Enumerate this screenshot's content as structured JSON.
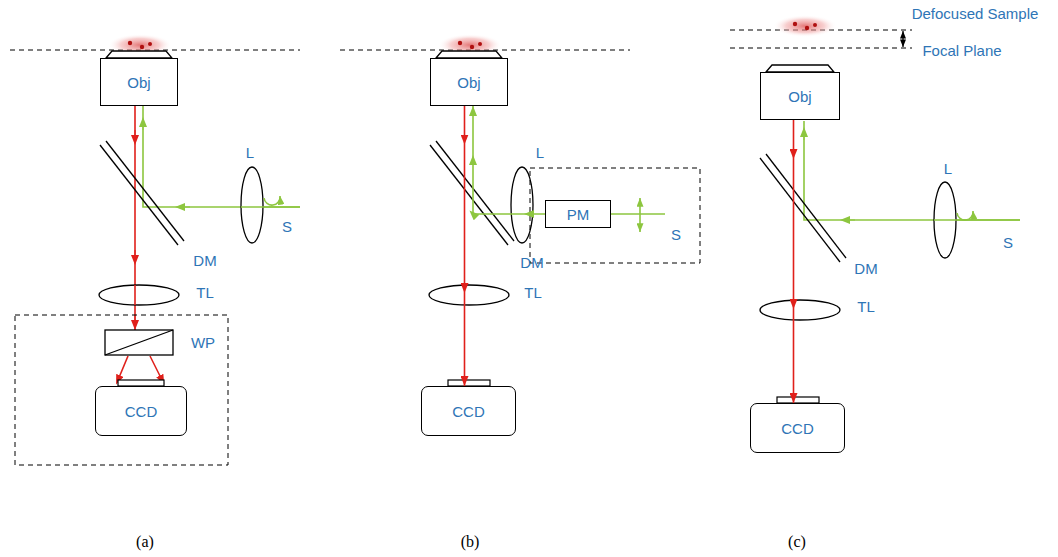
{
  "diagram": {
    "nodes": [
      {
        "text": [
          "Obj"
        ]
      },
      {
        "text": [
          "CCD"
        ]
      },
      {
        "text": [
          "Obj"
        ]
      },
      {
        "text": [
          "PM"
        ]
      },
      {
        "text": [
          "CCD"
        ]
      },
      {
        "text": [
          "Obj"
        ]
      },
      {
        "text": [
          "CCD"
        ]
      }
    ],
    "edges": [
      {
        "from": 3,
        "to": 2,
        "arrow": "to"
      },
      {
        "from": 2,
        "to": 4,
        "arrow": "to"
      },
      {
        "from": 5,
        "to": 6,
        "arrow": "to"
      }
    ],
    "labels": [
      "L",
      "S",
      "DM",
      "TL",
      "WP",
      "(a)",
      "L",
      "S",
      "DM",
      "TL",
      "(b)",
      "Defocused Sample",
      "Focal Plane",
      "L",
      "S",
      "DM",
      "TL",
      "(c)"
    ]
  }
}
